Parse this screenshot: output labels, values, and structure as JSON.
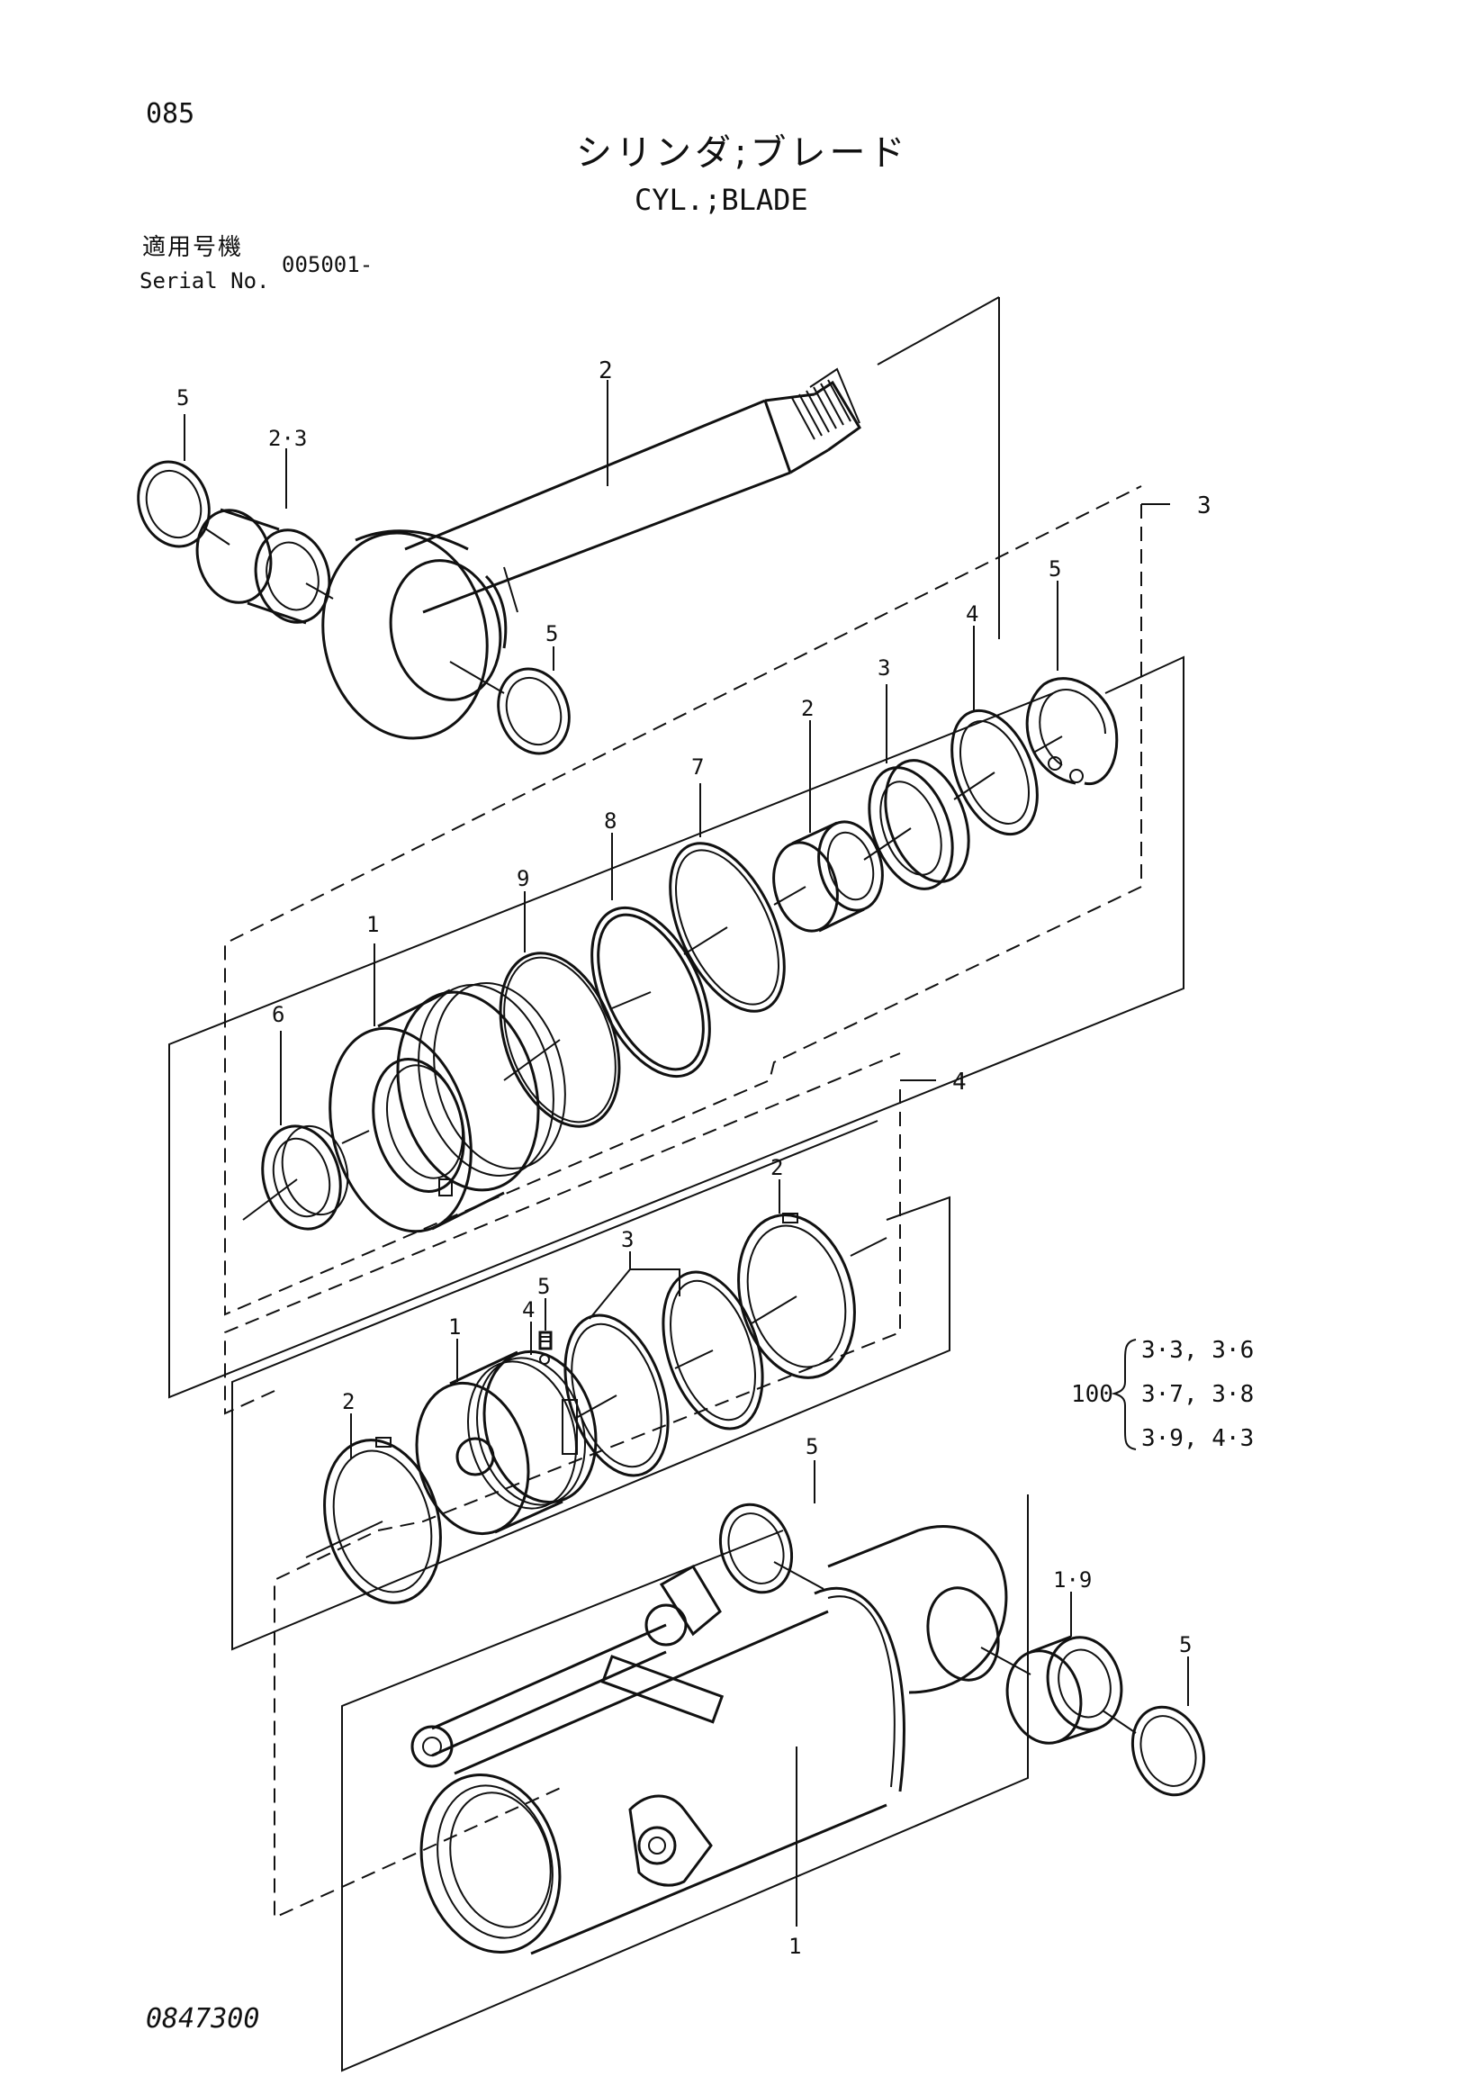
{
  "header": {
    "page_number": "085",
    "title_ja": "シリンダ;ブレード",
    "title_en": "CYL.;BLADE",
    "serial_label_ja": "適用号機",
    "serial_label_en": "Serial No.",
    "serial_value": "005001-"
  },
  "footer": {
    "drawing_number": "0847300"
  },
  "callouts": {
    "rod": {
      "rod": "2",
      "bushing": "2·3",
      "seal_left": "5",
      "seal_right": "5"
    },
    "head_group": "3",
    "head": {
      "body": "1",
      "bushing": "2",
      "seal_3": "3",
      "ring_4": "4",
      "snap_ring": "5",
      "seal_6": "6",
      "ring_7": "7",
      "ring_8": "8",
      "ring_9": "9"
    },
    "piston_group": "4",
    "piston": {
      "body": "1",
      "ring_left": "2",
      "ring_right": "2",
      "seal_set": "3",
      "ball": "4",
      "set_screw": "5"
    },
    "tube": {
      "tube": "1",
      "bushing": "1·9",
      "seal_top": "5",
      "seal_right": "5"
    }
  },
  "kit": {
    "label": "100",
    "lines": [
      "3·3, 3·6",
      "3·7, 3·8",
      "3·9, 4·3"
    ]
  }
}
